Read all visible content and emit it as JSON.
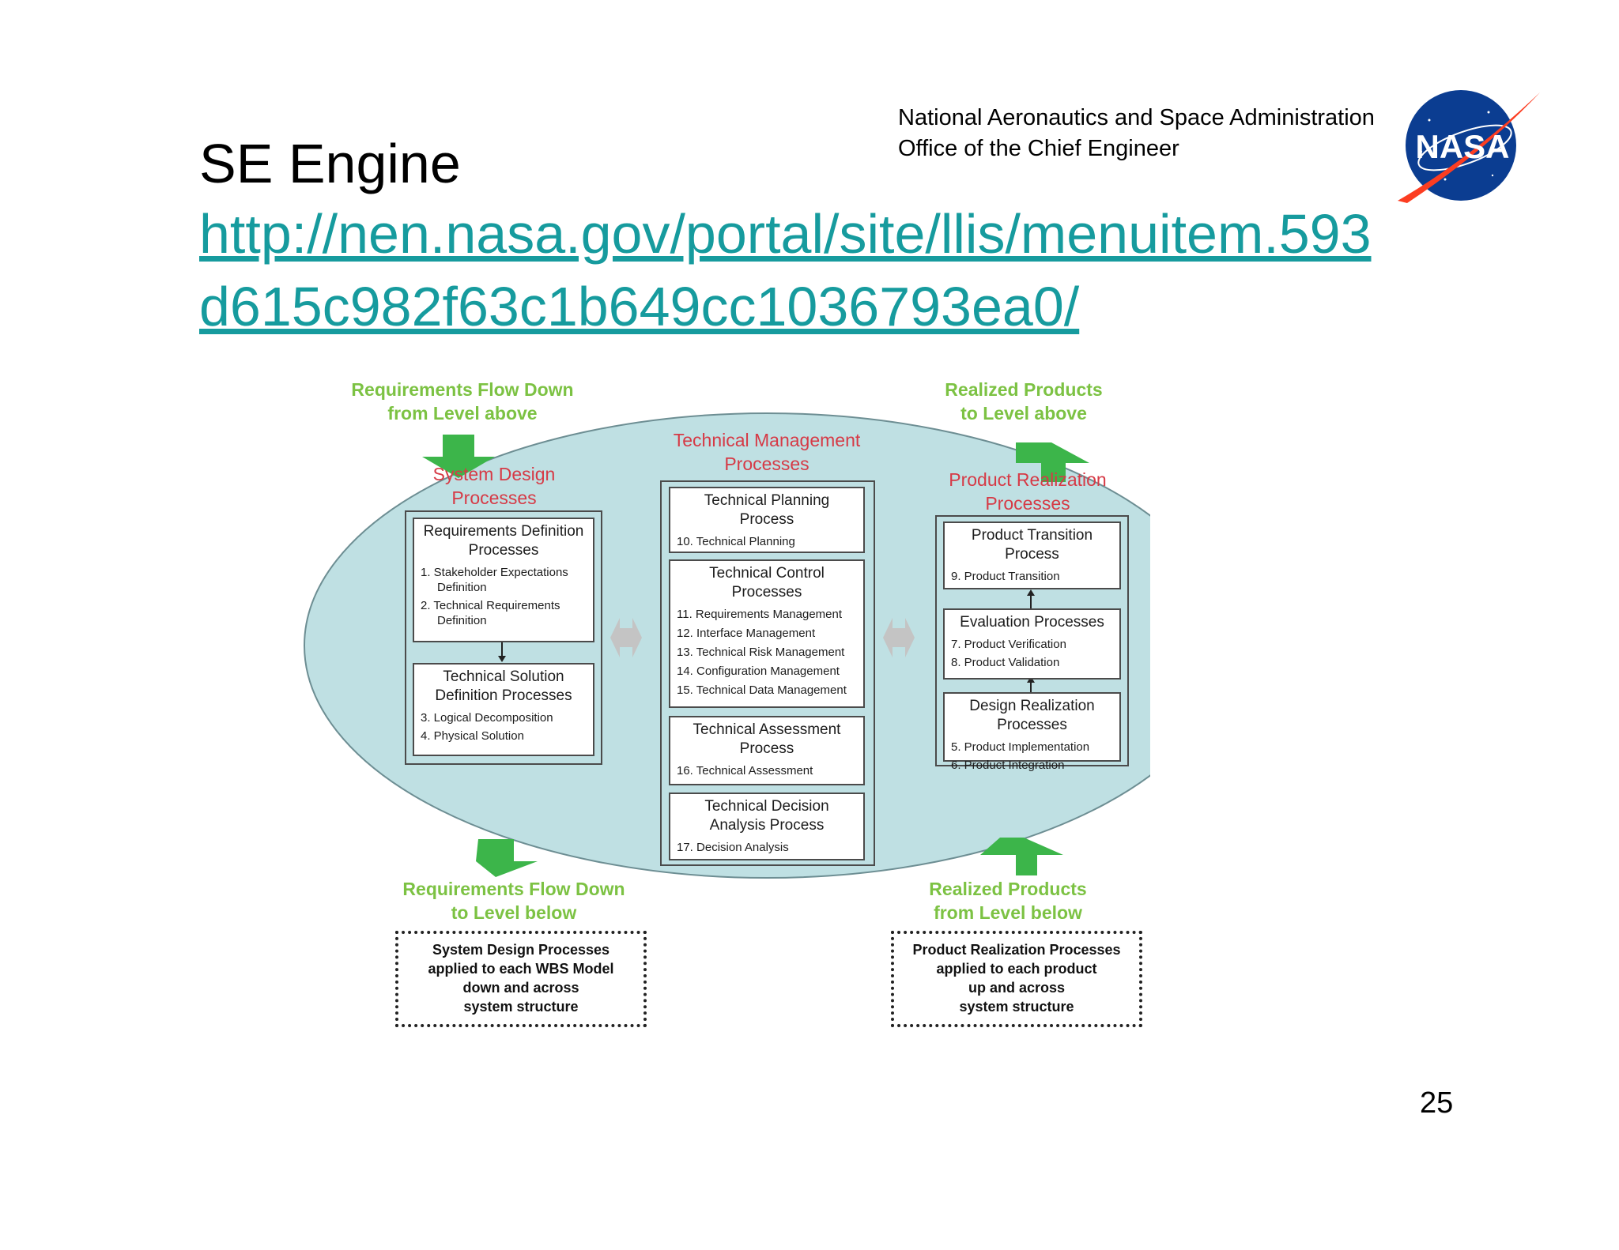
{
  "header": {
    "org_line1": "National Aeronautics and Space Administration",
    "org_line2": "Office of the Chief Engineer",
    "logo_text": "NASA",
    "title": "SE Engine",
    "link_line1": "http://nen.nasa.gov/portal/site/llis/menuitem.593",
    "link_line2": "d615c982f63c1b649cc1036793ea0/"
  },
  "page_number": "25",
  "diagram": {
    "req_flow_down_above": [
      "Requirements Flow Down",
      "from Level above"
    ],
    "realized_to_above": [
      "Realized Products",
      "to Level above"
    ],
    "req_flow_down_below": [
      "Requirements Flow Down",
      "to Level below"
    ],
    "realized_from_below": [
      "Realized Products",
      "from Level below"
    ],
    "system_design_title": [
      "System Design",
      "Processes"
    ],
    "tech_mgmt_title": [
      "Technical Management",
      "Processes"
    ],
    "product_realization_title": [
      "Product Realization",
      "Processes"
    ],
    "left_boxes": [
      {
        "title": [
          "Requirements Definition",
          "Processes"
        ],
        "items": [
          "1. Stakeholder Expectations",
          "Definition",
          "2. Technical Requirements",
          "Definition"
        ]
      },
      {
        "title": [
          "Technical Solution",
          "Definition Processes"
        ],
        "items": [
          "3. Logical Decomposition",
          "4. Physical Solution"
        ]
      }
    ],
    "center_boxes": [
      {
        "title": [
          "Technical Planning",
          "Process"
        ],
        "items": [
          "10. Technical Planning"
        ]
      },
      {
        "title": [
          "Technical Control",
          "Processes"
        ],
        "items": [
          "11. Requirements Management",
          "12. Interface Management",
          "13. Technical Risk Management",
          "14. Configuration Management",
          "15. Technical Data Management"
        ]
      },
      {
        "title": [
          "Technical Assessment",
          "Process"
        ],
        "items": [
          "16. Technical Assessment"
        ]
      },
      {
        "title": [
          "Technical Decision",
          "Analysis Process"
        ],
        "items": [
          "17. Decision Analysis"
        ]
      }
    ],
    "right_boxes": [
      {
        "title": [
          "Product Transition",
          "Process"
        ],
        "items": [
          "9. Product Transition"
        ]
      },
      {
        "title": [
          "Evaluation Processes"
        ],
        "items": [
          "7. Product Verification",
          "8. Product Validation"
        ]
      },
      {
        "title": [
          "Design Realization",
          "Processes"
        ],
        "items": [
          "5. Product Implementation",
          "6. Product Integration"
        ]
      }
    ],
    "bottom_left_note": [
      "System Design Processes",
      "applied to each WBS Model",
      "down and across",
      "system structure"
    ],
    "bottom_right_note": [
      "Product Realization Processes",
      "applied to each product",
      "up and across",
      "system structure"
    ]
  },
  "colors": {
    "link": "#169b9e",
    "ellipse_fill": "#bfe0e3",
    "green_arrow": "#3cb54a",
    "green_text": "#7cc243",
    "red_text": "#d63a46",
    "nasa_blue": "#0b3d91",
    "nasa_red": "#fc3d21"
  }
}
